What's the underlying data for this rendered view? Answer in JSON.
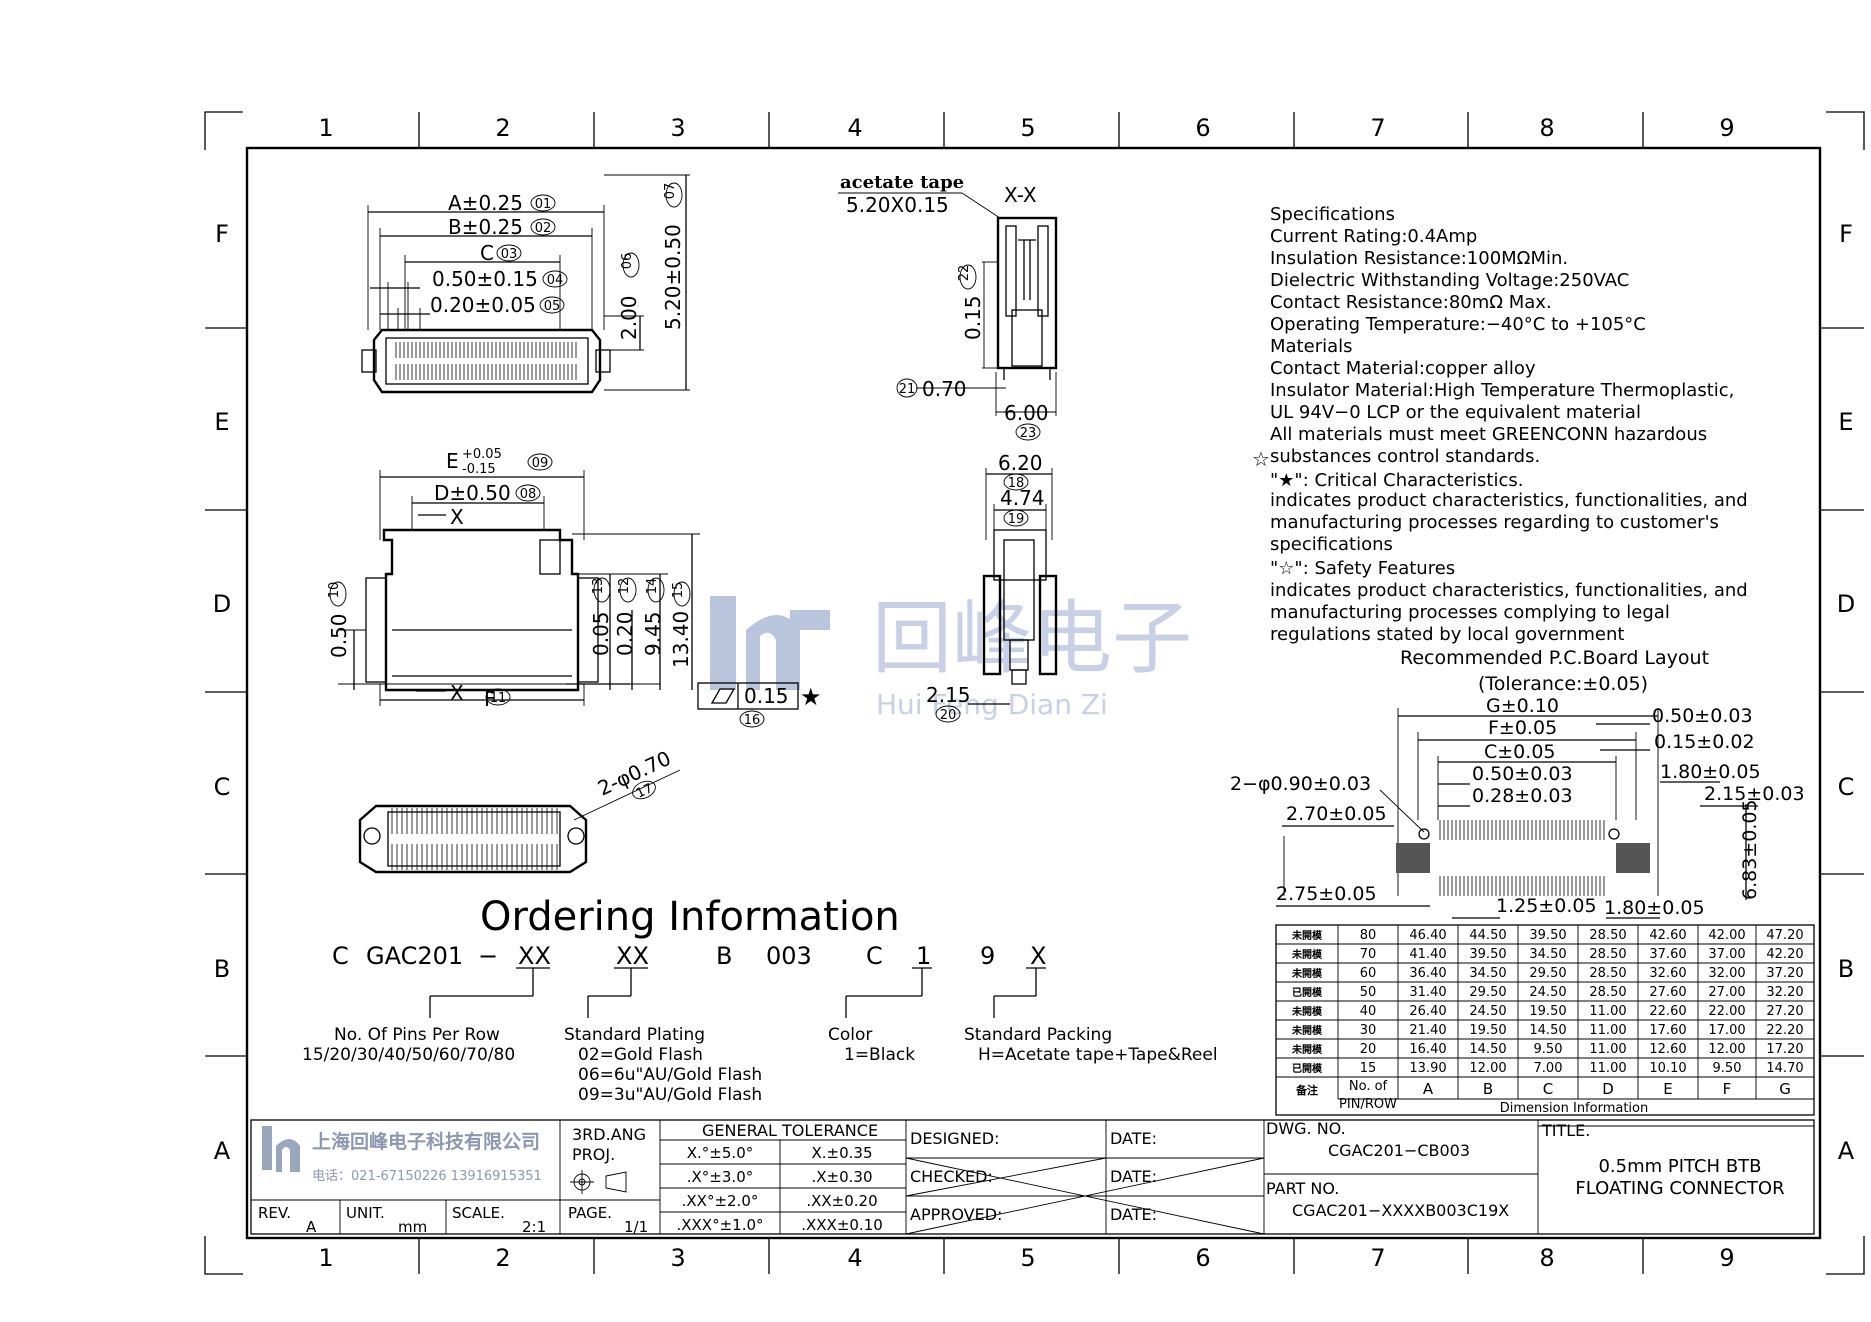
{
  "border": {
    "columns": [
      "1",
      "2",
      "3",
      "4",
      "5",
      "6",
      "7",
      "8",
      "9"
    ],
    "rows": [
      "F",
      "E",
      "D",
      "C",
      "B",
      "A"
    ]
  },
  "watermark": {
    "cn": "回峰电子",
    "en": "Hui Feng Dian Zi"
  },
  "top_view": {
    "dims": [
      "A±0.25",
      "B±0.25",
      "C",
      "0.50±0.15",
      "0.20±0.05",
      "2.00",
      "5.20±0.50"
    ],
    "balloons": [
      "01",
      "02",
      "03",
      "04",
      "05",
      "06",
      "07"
    ]
  },
  "section_xx": {
    "label": "X-X",
    "tape_label": "acetate tape",
    "tape_dim": "5.20X0.15",
    "dims": [
      "0.15",
      "0.70",
      "6.00"
    ],
    "balloons": [
      "22",
      "21",
      "23"
    ]
  },
  "front_view": {
    "e_main": "E",
    "e_tol_top": "+0.05",
    "e_tol_bottom": "-0.15",
    "dims": [
      "D±0.50",
      "0.50",
      "0.05",
      "0.20",
      "9.45",
      "13.40",
      "F"
    ],
    "balloons": [
      "09",
      "08",
      "10",
      "13",
      "12",
      "14",
      "15",
      "11"
    ],
    "x_label": "X",
    "flatness": "0.15",
    "flatness_balloon": "16"
  },
  "side_view": {
    "dims": [
      "6.20",
      "4.74",
      "2.15"
    ],
    "balloons": [
      "18",
      "19",
      "20"
    ]
  },
  "iso_view": {
    "hole": "2-φ0.70",
    "balloon": "17"
  },
  "specifications": {
    "lines": [
      "Specifications",
      "Current  Rating:0.4Amp",
      "Insulation  Resistance:100MΩMin.",
      "Dielectric  Withstanding  Voltage:250VAC",
      "Contact  Resistance:80mΩ Max.",
      "Operating  Temperature:−40°C  to  +105°C",
      "Materials",
      "Contact  Material:copper  alloy",
      "Insulator  Material:High  Temperature  Thermoplastic,",
      "UL  94V−0  LCP  or  the  equivalent  material",
      "All  materials  must  meet  GREENCONN  hazardous",
      "substances  control  standards.",
      "\"★\":  Critical  Characteristics.",
      "indicates  product  characteristics,  functionalities,  and",
      "manufacturing  processes  regarding  to  customer's",
      "specifications",
      "\"☆\":  Safety  Features",
      "indicates  product  characteristics,  functionalities,  and",
      "manufacturing  processes  complying  to  legal",
      "regulations  stated  by  local  government"
    ]
  },
  "pcb_layout": {
    "title": "Recommended  P.C.Board  Layout",
    "tolerance": "(Tolerance:±0.05)",
    "dims": [
      "G±0.10",
      "F±0.05",
      "C±0.05",
      "0.50±0.03",
      "0.28±0.03",
      "0.50±0.03",
      "0.15±0.02",
      "1.80±0.05",
      "2.15±0.03",
      "2−φ0.90±0.03",
      "2.70±0.05",
      "2.75±0.05",
      "1.25±0.05",
      "1.80±0.05",
      "6.83±0.05"
    ]
  },
  "ordering": {
    "title": "Ordering  Information",
    "code": [
      "C",
      "GAC201",
      "−",
      "XX",
      "XX",
      "B",
      "003",
      "C",
      "1",
      "9",
      "X"
    ],
    "pins": {
      "label": "No.  Of  Pins  Per  Row",
      "values": "15/20/30/40/50/60/70/80"
    },
    "plating": {
      "label": "Standard  Plating",
      "options": [
        "02=Gold  Flash",
        "06=6u\"AU/Gold  Flash",
        "09=3u\"AU/Gold  Flash"
      ]
    },
    "color": {
      "label": "Color",
      "option": "1=Black"
    },
    "packing": {
      "label": "Standard  Packing",
      "option": "H=Acetate  tape+Tape&Reel"
    }
  },
  "dimension_table": {
    "headers": [
      "No. of PIN/ROW",
      "A",
      "B",
      "C",
      "D",
      "E",
      "F",
      "G"
    ],
    "remark_header": "备注",
    "caption": "Dimension  Information",
    "rows": [
      {
        "status": "未開模",
        "pins": "80",
        "values": [
          "46.40",
          "44.50",
          "39.50",
          "28.50",
          "42.60",
          "42.00",
          "47.20"
        ]
      },
      {
        "status": "未開模",
        "pins": "70",
        "values": [
          "41.40",
          "39.50",
          "34.50",
          "28.50",
          "37.60",
          "37.00",
          "42.20"
        ]
      },
      {
        "status": "未開模",
        "pins": "60",
        "values": [
          "36.40",
          "34.50",
          "29.50",
          "28.50",
          "32.60",
          "32.00",
          "37.20"
        ]
      },
      {
        "status": "已開模",
        "pins": "50",
        "values": [
          "31.40",
          "29.50",
          "24.50",
          "28.50",
          "27.60",
          "27.00",
          "32.20"
        ]
      },
      {
        "status": "未開模",
        "pins": "40",
        "values": [
          "26.40",
          "24.50",
          "19.50",
          "11.00",
          "22.60",
          "22.00",
          "27.20"
        ]
      },
      {
        "status": "未開模",
        "pins": "30",
        "values": [
          "21.40",
          "19.50",
          "14.50",
          "11.00",
          "17.60",
          "17.00",
          "22.20"
        ]
      },
      {
        "status": "未開模",
        "pins": "20",
        "values": [
          "16.40",
          "14.50",
          "9.50",
          "11.00",
          "12.60",
          "12.00",
          "17.20"
        ]
      },
      {
        "status": "已開模",
        "pins": "15",
        "values": [
          "13.90",
          "12.00",
          "7.00",
          "11.00",
          "10.10",
          "9.50",
          "14.70"
        ]
      }
    ]
  },
  "title_block": {
    "company_cn": "上海回峰电子科技有限公司",
    "phone": "电话：021-67150226  13916915351",
    "projection_label": "3RD.ANG",
    "projection_sub": "PROJ.",
    "rev_label": "REV.",
    "rev": "A",
    "unit_label": "UNIT.",
    "unit": "mm",
    "scale_label": "SCALE.",
    "scale": "2:1",
    "page_label": "PAGE.",
    "page": "1/1",
    "tolerance_title": "GENERAL  TOLERANCE",
    "tolerances": [
      [
        "X.°±5.0°",
        "X.±0.35"
      ],
      [
        ".X°±3.0°",
        ".X±0.30"
      ],
      [
        ".XX°±2.0°",
        ".XX±0.20"
      ],
      [
        ".XXX°±1.0°",
        ".XXX±0.10"
      ]
    ],
    "designed": "DESIGNED:",
    "checked": "CHECKED:",
    "approved": "APPROVED:",
    "date": "DATE:",
    "dwg_label": "DWG.  NO.",
    "dwg": "CGAC201−CB003",
    "part_label": "PART  NO.",
    "part": "CGAC201−XXXXB003C19X",
    "title_label": "TITLE.",
    "title_lines": [
      "0.5mm  PITCH  BTB",
      "FLOATING  CONNECTOR"
    ]
  }
}
